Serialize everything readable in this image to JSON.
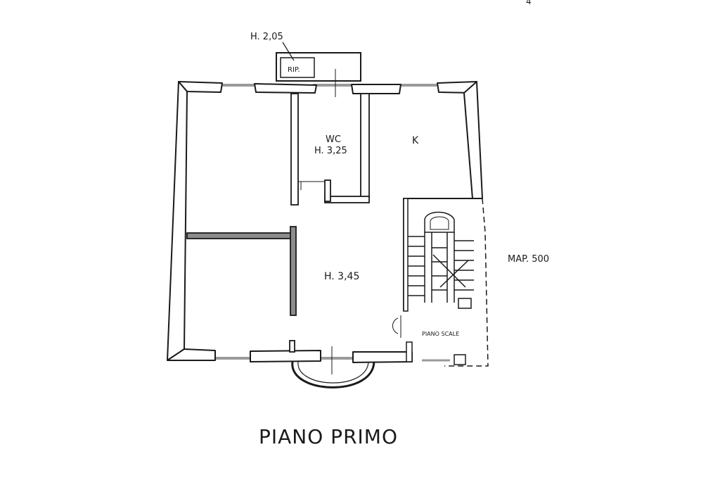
{
  "plan": {
    "title": "PIANO PRIMO",
    "rooms": {
      "storage_height": "H. 2,05",
      "storage_label": "RIP.",
      "wc_label": "WC",
      "wc_height": "H. 3,25",
      "kitchen_label": "K",
      "main_height": "H. 3,45"
    },
    "stairs_label": "PIANO SCALE",
    "map_ref": "MAP. 500",
    "corner_mark": "4"
  },
  "colors": {
    "wall_fill": "#ffffff",
    "wall_stroke": "#1a1a1a",
    "window_glass": "#9a9a9a",
    "line": "#1a1a1a"
  }
}
